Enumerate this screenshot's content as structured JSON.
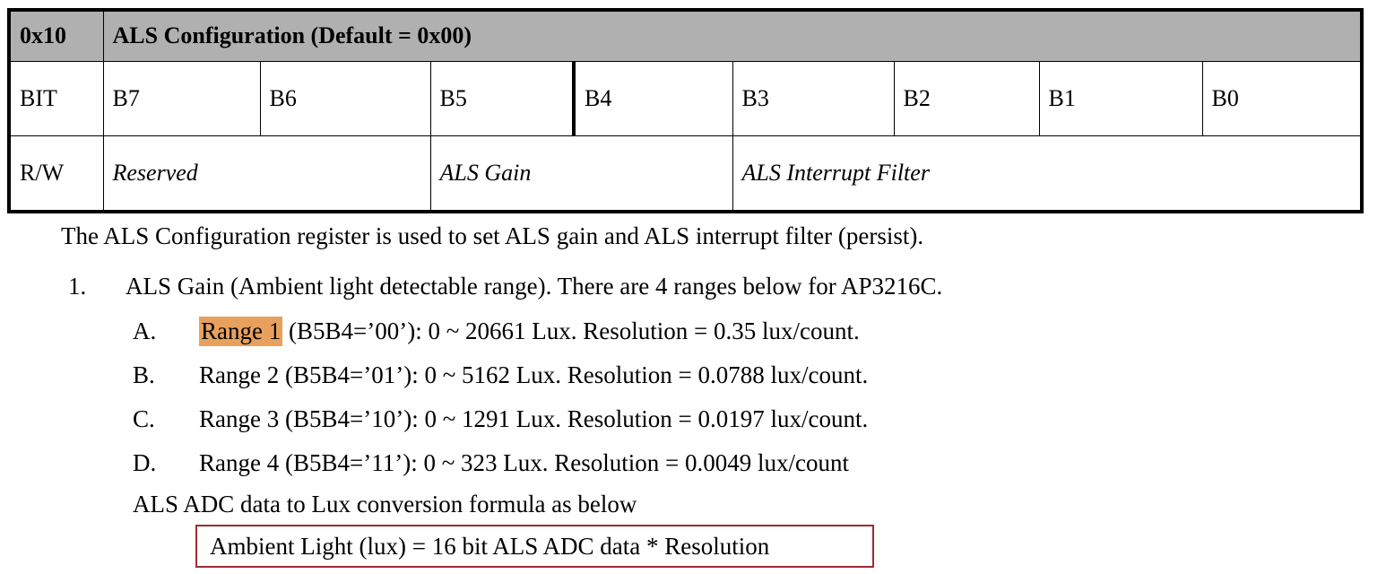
{
  "register_table": {
    "address": "0x10",
    "title": "ALS Configuration (Default = 0x00)",
    "row_labels": {
      "bit": "BIT",
      "rw": "R/W"
    },
    "bits": [
      "B7",
      "B6",
      "B5",
      "B4",
      "B3",
      "B2",
      "B1",
      "B0"
    ],
    "fields": [
      {
        "name": "Reserved",
        "span": 2
      },
      {
        "name": "ALS Gain",
        "span": 2
      },
      {
        "name": "ALS Interrupt Filter",
        "span": 4
      }
    ]
  },
  "body": {
    "intro": "The ALS Configuration register is used to set ALS gain and ALS interrupt filter (persist).",
    "item_1": {
      "marker": "1.",
      "text": "ALS Gain (Ambient light detectable range). There are 4 ranges below for AP3216C."
    },
    "ranges": [
      {
        "marker": "A.",
        "label": "Range 1",
        "highlighted": true,
        "rest": " (B5B4=’00’): 0 ~ 20661 Lux. Resolution = 0.35 lux/count."
      },
      {
        "marker": "B.",
        "label": "Range 2",
        "highlighted": false,
        "rest": " (B5B4=’01’): 0 ~ 5162 Lux. Resolution = 0.0788 lux/count."
      },
      {
        "marker": "C.",
        "label": "Range 3",
        "highlighted": false,
        "rest": " (B5B4=’10’): 0 ~ 1291 Lux. Resolution = 0.0197 lux/count."
      },
      {
        "marker": "D.",
        "label": "Range 4",
        "highlighted": false,
        "rest": " (B5B4=’11’): 0 ~ 323 Lux. Resolution = 0.0049 lux/count"
      }
    ],
    "conversion_line": "ALS ADC data to Lux conversion formula as below",
    "formula": "Ambient Light (lux) = 16 bit ALS ADC data * Resolution"
  },
  "colors": {
    "header_fill": "#b0b0b0",
    "highlight": "#e8a15c",
    "formula_border": "#9b2d30",
    "text": "#000000"
  }
}
